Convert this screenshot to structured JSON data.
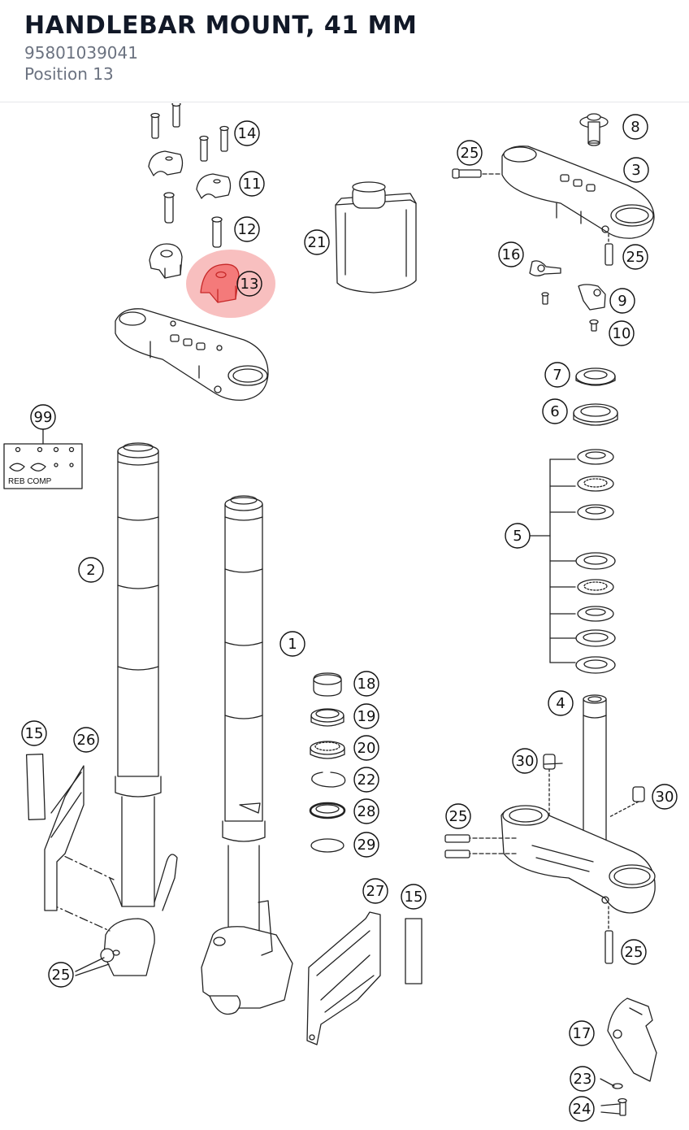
{
  "header": {
    "title": "HANDLEBAR MOUNT, 41 MM",
    "part_number": "95801039041",
    "position_label": "Position 13"
  },
  "diagram": {
    "highlight_color": "#e53935",
    "callouts": [
      "14",
      "11",
      "12",
      "13",
      "21",
      "25",
      "8",
      "3",
      "25",
      "16",
      "9",
      "10",
      "7",
      "6",
      "99",
      "5",
      "2",
      "1",
      "18",
      "19",
      "20",
      "22",
      "28",
      "29",
      "4",
      "30",
      "30",
      "25",
      "15",
      "26",
      "27",
      "15",
      "25",
      "25",
      "17",
      "23",
      "24"
    ],
    "kit_label": "REB COMP"
  }
}
